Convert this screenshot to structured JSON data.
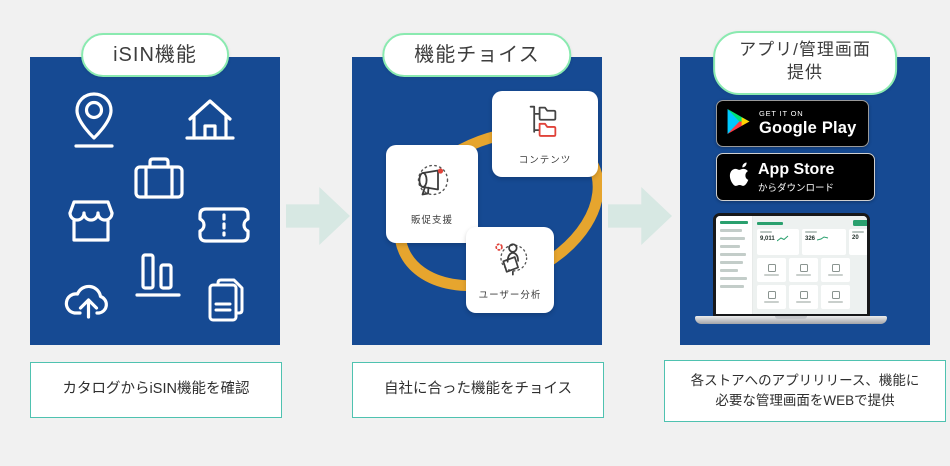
{
  "colors": {
    "background": "#f1f1f1",
    "panel_blue": "#164a93",
    "pill_border_mint": "#8aeab0",
    "caption_border_teal": "#4fc2b0",
    "arrow_teal": "#d7e8e3",
    "ring_orange": "#e6a52e",
    "accent_red": "#e0433a",
    "sketch_icon_dark": "#444444",
    "dashboard_green": "#2aa06e",
    "badge_black": "#000000"
  },
  "steps": [
    {
      "title": "iSIN機能",
      "caption": "カタログからiSIN機能を確認",
      "icons": [
        "location-pin-icon",
        "house-icon",
        "briefcase-icon",
        "storefront-icon",
        "ticket-icon",
        "cloud-upload-icon",
        "bar-chart-icon",
        "documents-icon"
      ]
    },
    {
      "title": "機能チョイス",
      "caption": "自社に合った機能をチョイス",
      "cards": [
        {
          "label": "コンテンツ",
          "icon": "folder-tree-icon"
        },
        {
          "label": "販促支援",
          "icon": "megaphone-icon"
        },
        {
          "label": "ユーザー分析",
          "icon": "user-magnifier-icon"
        }
      ]
    },
    {
      "title_line1": "アプリ/管理画面",
      "title_line2": "提供",
      "caption_line1": "各ストアへのアプリリリース、機能に",
      "caption_line2": "必要な管理画面をWEBで提供",
      "badges": {
        "google_play": {
          "tagline": "GET IT ON",
          "store_name": "Google Play",
          "icon": "google-play-triangle-icon"
        },
        "app_store": {
          "store_name": "App Store",
          "tagline": "からダウンロード",
          "icon": "apple-icon"
        }
      },
      "laptop_dashboard": {
        "stats": [
          {
            "value": "9,011"
          },
          {
            "value": "326"
          },
          {
            "value": "20"
          }
        ]
      }
    }
  ]
}
